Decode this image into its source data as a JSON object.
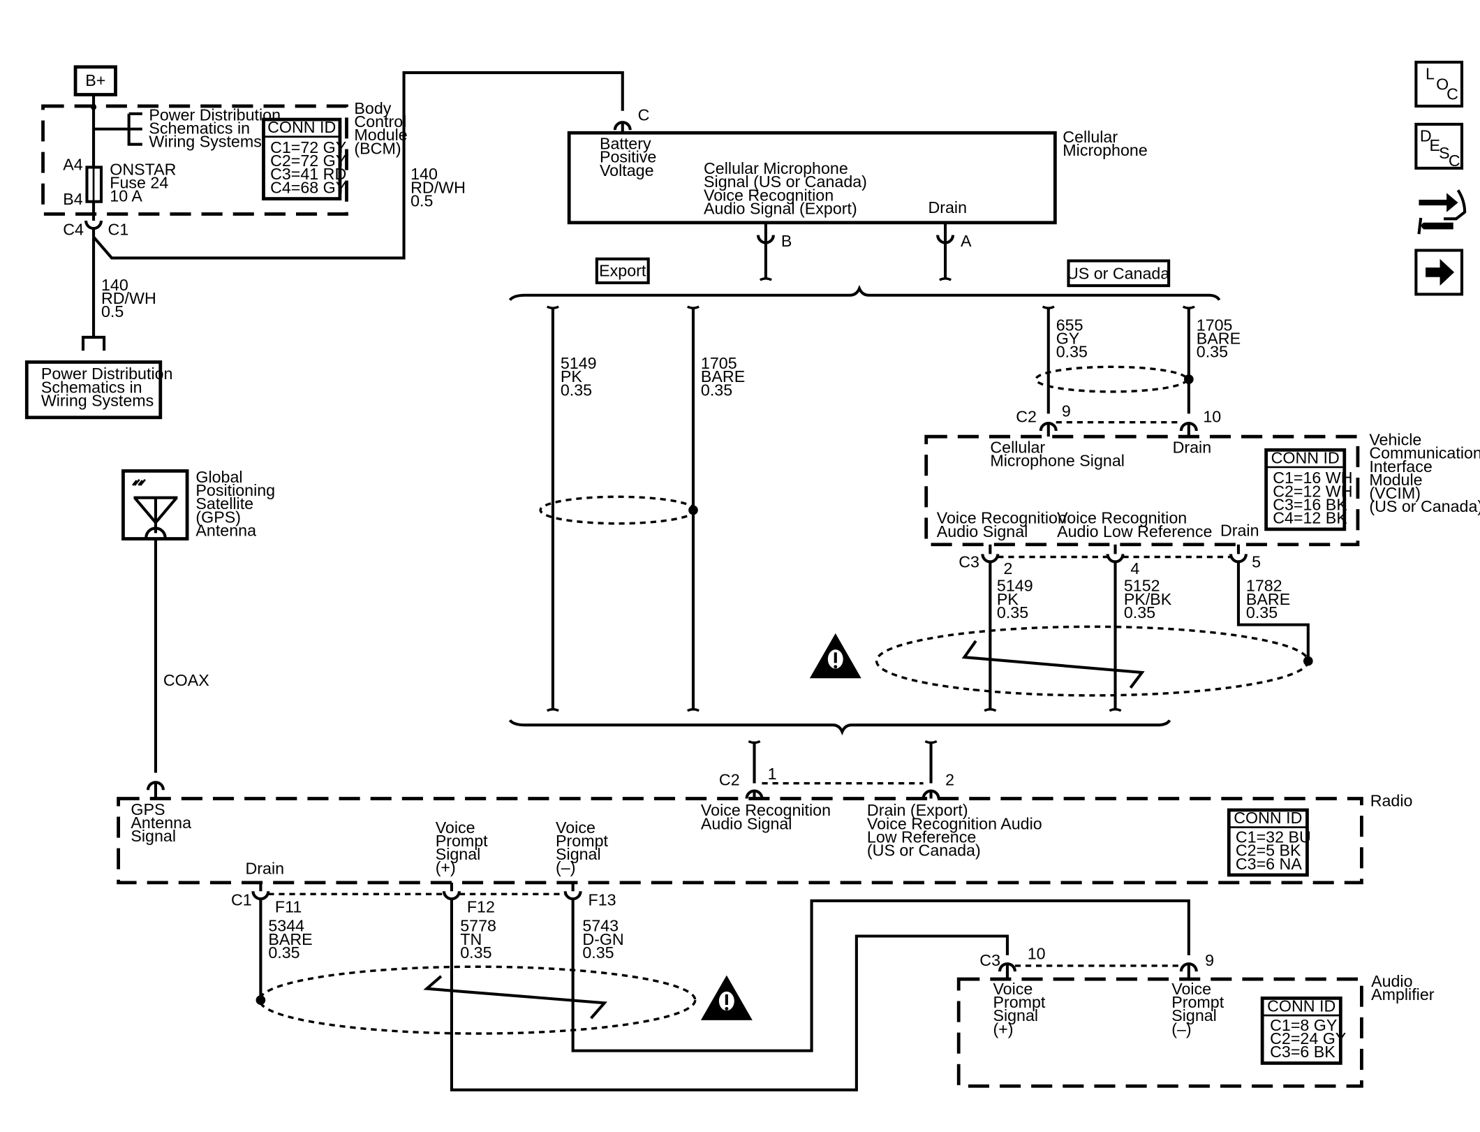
{
  "source": {
    "label": "B+"
  },
  "bcm": {
    "name_lines": [
      "Body",
      "Control",
      "Module",
      "(BCM)"
    ],
    "pd_lines": [
      "Power Distribution",
      "Schematics in",
      "Wiring Systems"
    ],
    "fuse_lines": [
      "ONSTAR",
      "Fuse 24",
      "10 A"
    ],
    "pin_top": "A4",
    "pin_bottom": "B4",
    "conn_title": "CONN ID",
    "conn": [
      "C1=72 GY",
      "C2=72 GY",
      "C3=41 RD",
      "C4=68 GY"
    ],
    "conn_c4": "C4",
    "conn_c1": "C1"
  },
  "pd_box": {
    "lines": [
      "Power Distribution",
      "Schematics in",
      "Wiring Systems"
    ]
  },
  "wires": {
    "w140_top": [
      "140",
      "RD/WH",
      "0.5"
    ],
    "w140_bottom": [
      "140",
      "RD/WH",
      "0.5"
    ],
    "w5149_left": [
      "5149",
      "PK",
      "0.35"
    ],
    "w1705_left": [
      "1705",
      "BARE",
      "0.35"
    ],
    "w655": [
      "655",
      "GY",
      "0.35"
    ],
    "w1705_right": [
      "1705",
      "BARE",
      "0.35"
    ],
    "w5149_vcim": [
      "5149",
      "PK",
      "0.35"
    ],
    "w5152": [
      "5152",
      "PK/BK",
      "0.35"
    ],
    "w1782": [
      "1782",
      "BARE",
      "0.35"
    ],
    "w5344": [
      "5344",
      "BARE",
      "0.35"
    ],
    "w5778": [
      "5778",
      "TN",
      "0.35"
    ],
    "w5743": [
      "5743",
      "D-GN",
      "0.35"
    ],
    "coax": "COAX"
  },
  "mic": {
    "name_lines": [
      "Cellular",
      "Microphone"
    ],
    "pin_c": "C",
    "pin_b": "B",
    "pin_a": "A",
    "batt_lines": [
      "Battery",
      "Positive",
      "Voltage"
    ],
    "sig_lines": [
      "Cellular Microphone",
      "Signal (US or Canada)",
      "Voice Recognition",
      "Audio Signal (Export)"
    ],
    "drain": "Drain"
  },
  "variants": {
    "export": "Export",
    "us": "US or Canada"
  },
  "vcim": {
    "name_lines": [
      "Vehicle",
      "Communication",
      "Interface",
      "Module",
      "(VCIM)",
      "(US or Canada)"
    ],
    "c2": "C2",
    "p9": "9",
    "p10": "10",
    "cell_sig": [
      "Cellular",
      "Microphone Signal"
    ],
    "drain_top": "Drain",
    "vr_sig": [
      "Voice Recognition",
      "Audio Signal"
    ],
    "vr_low": [
      "Voice Recognition",
      "Audio Low Reference"
    ],
    "drain_bottom": "Drain",
    "c3": "C3",
    "p2": "2",
    "p4": "4",
    "p5": "5",
    "conn_title": "CONN ID",
    "conn": [
      "C1=16 WH",
      "C2=12 WH",
      "C3=16 BK",
      "C4=12 BK"
    ]
  },
  "gps": {
    "name_lines": [
      "Global",
      "Positioning",
      "Satellite",
      "(GPS)",
      "Antenna"
    ]
  },
  "radio": {
    "name": "Radio",
    "c2": "C2",
    "p1": "1",
    "p2": "2",
    "gps_sig": [
      "GPS",
      "Antenna",
      "Signal"
    ],
    "vr_sig": [
      "Voice Recognition",
      "Audio Signal"
    ],
    "drain_lines": [
      "Drain (Export)",
      "Voice Recognition Audio",
      "Low Reference",
      "(US or Canada)"
    ],
    "vp_pos": [
      "Voice",
      "Prompt",
      "Signal",
      "(+)"
    ],
    "vp_neg": [
      "Voice",
      "Prompt",
      "Signal",
      "(–)"
    ],
    "drain": "Drain",
    "c1": "C1",
    "f11": "F11",
    "f12": "F12",
    "f13": "F13",
    "conn_title": "CONN ID",
    "conn": [
      "C1=32 BU",
      "C2=5 BK",
      "C3=6 NA"
    ]
  },
  "amp": {
    "name_lines": [
      "Audio",
      "Amplifier"
    ],
    "c3": "C3",
    "p10": "10",
    "p9": "9",
    "vp_pos": [
      "Voice",
      "Prompt",
      "Signal",
      "(+)"
    ],
    "vp_neg": [
      "Voice",
      "Prompt",
      "Signal",
      "(–)"
    ],
    "conn_title": "CONN ID",
    "conn": [
      "C1=8 GY",
      "C2=24 GY",
      "C3=6 BK"
    ]
  },
  "sidebar": {
    "loc": [
      "L",
      "O",
      "C"
    ],
    "desc": [
      "D",
      "E",
      "S",
      "C"
    ],
    "icon_schematic": "schematic-icon",
    "icon_next": "arrow-right-icon"
  },
  "icons": {
    "warning": "warning-icon",
    "fuse": "fuse-icon",
    "antenna": "antenna-icon"
  }
}
